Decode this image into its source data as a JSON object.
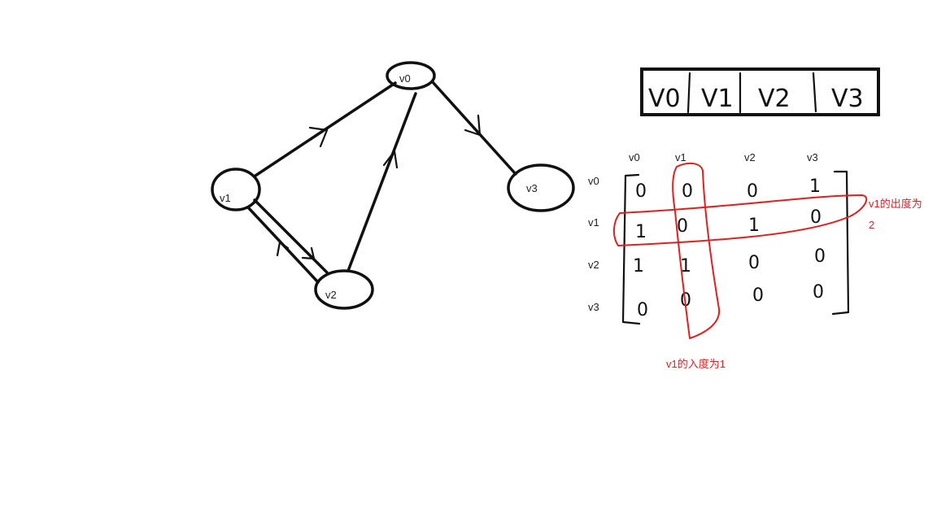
{
  "graph": {
    "nodes": [
      {
        "id": "v0",
        "label": "v0"
      },
      {
        "id": "v1",
        "label": "v1"
      },
      {
        "id": "v2",
        "label": "v2"
      },
      {
        "id": "v3",
        "label": "v3"
      }
    ],
    "edges": [
      {
        "from": "v1",
        "to": "v0"
      },
      {
        "from": "v2",
        "to": "v0"
      },
      {
        "from": "v0",
        "to": "v3"
      },
      {
        "from": "v1",
        "to": "v2"
      },
      {
        "from": "v2",
        "to": "v1"
      }
    ]
  },
  "vertex_array": [
    "V0",
    "V1",
    "V2",
    "V3"
  ],
  "matrix": {
    "col_headers": [
      "v0",
      "v1",
      "v2",
      "v3"
    ],
    "row_headers": [
      "v0",
      "v1",
      "v2",
      "v3"
    ],
    "rows": [
      [
        "0",
        "0",
        "0",
        "1"
      ],
      [
        "1",
        "0",
        "1",
        "0"
      ],
      [
        "1",
        "1",
        "0",
        "0"
      ],
      [
        "0",
        "0",
        "0",
        "0"
      ]
    ]
  },
  "annotations": {
    "outdegree_line1": "v1的出度为",
    "outdegree_line2": "2",
    "indegree": "v1的入度为1"
  }
}
